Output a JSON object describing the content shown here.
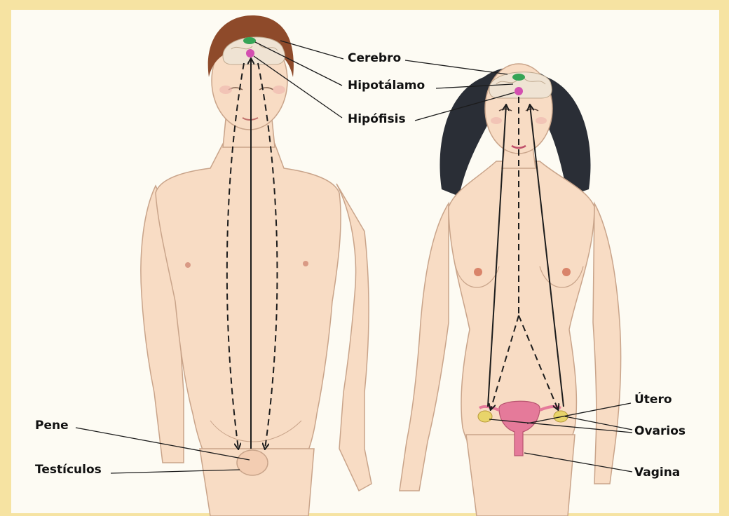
{
  "labels": {
    "cerebro": "Cerebro",
    "hipotalamo": "Hipotálamo",
    "hipofisis": "Hipófisis",
    "pene": "Pene",
    "testiculos": "Testículos",
    "utero": "Útero",
    "ovarios": "Ovarios",
    "vagina": "Vagina"
  },
  "colors": {
    "background": "#f6e3a2",
    "panel": "#fdfbf3",
    "skin": "#f8dcc4",
    "skin_outline": "#c9a48a",
    "brain": "#efe3d3",
    "hypothalamus": "#35a456",
    "pituitary": "#d34fb0",
    "male_hair": "#8e4a2a",
    "female_hair": "#2a2e36",
    "uterus": "#e57a9a",
    "ovary": "#e8d46a",
    "arrow": "#1c1c1c"
  }
}
